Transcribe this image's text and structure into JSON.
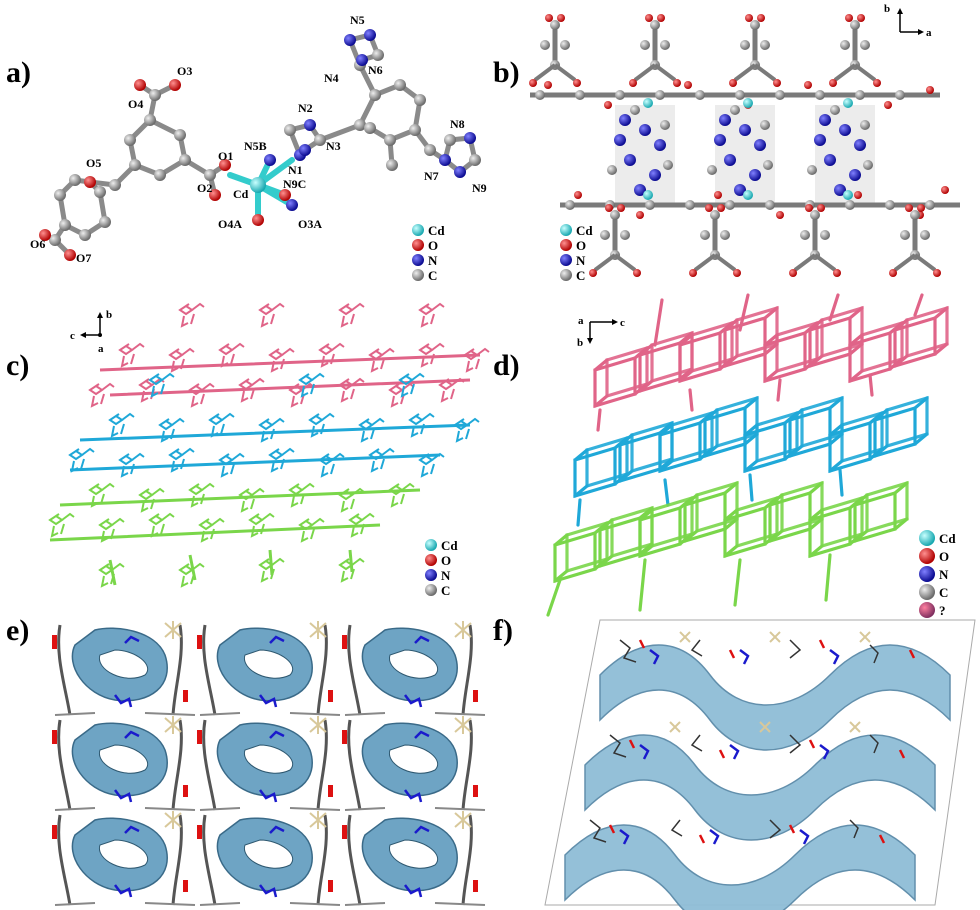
{
  "panels": {
    "a": {
      "label": "a)"
    },
    "b": {
      "label": "b)"
    },
    "c": {
      "label": "c)"
    },
    "d": {
      "label": "d)"
    },
    "e": {
      "label": "e)"
    },
    "f": {
      "label": "f)"
    }
  },
  "atom_labels": {
    "O1": "O1",
    "O2": "O2",
    "O3": "O3",
    "O4": "O4",
    "O5": "O5",
    "O6": "O6",
    "O7": "O7",
    "Cd": "Cd",
    "N1": "N1",
    "N2": "N2",
    "N3": "N3",
    "N4": "N4",
    "N5": "N5",
    "N6": "N6",
    "N7": "N7",
    "N8": "N8",
    "N9": "N9",
    "N5B": "N5B",
    "N9C": "N9C",
    "O4A": "O4A",
    "O3A": "O3A"
  },
  "legend": {
    "cd": "Cd",
    "o": "O",
    "n": "N",
    "c": "C",
    "q": "?"
  },
  "axes": {
    "b_panel": {
      "up": "b",
      "right": "a"
    },
    "c_panel": {
      "up": "b",
      "left": "c",
      "down": "a"
    },
    "d_panel": {
      "up": "a",
      "right": "c",
      "down": "b"
    }
  },
  "colors": {
    "cd": "#33cccc",
    "o": "#dd1111",
    "n": "#1a1acc",
    "c": "#808080",
    "layer_pink": "#e06488",
    "layer_cyan": "#1fa8d8",
    "layer_green": "#7ad64a",
    "void": "#6ea4c4"
  }
}
